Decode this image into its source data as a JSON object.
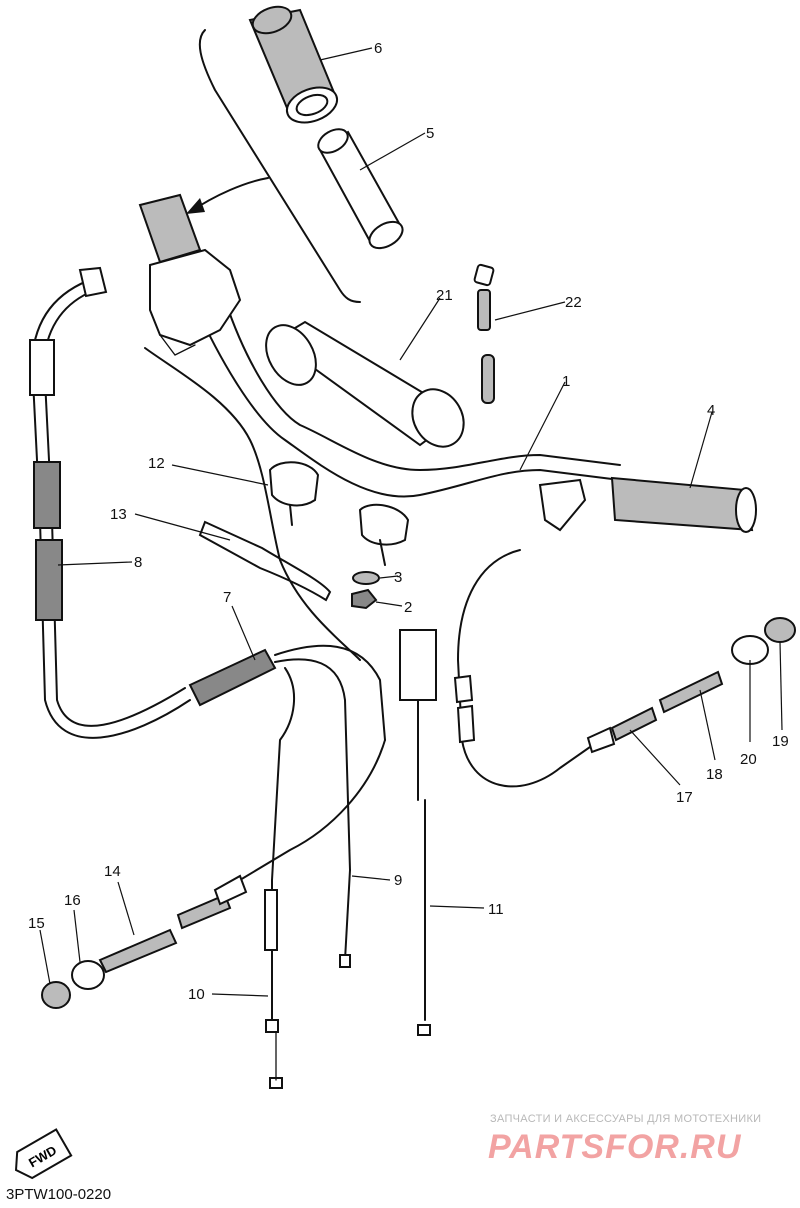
{
  "diagram": {
    "callouts": [
      "1",
      "2",
      "3",
      "4",
      "5",
      "6",
      "7",
      "8",
      "9",
      "10",
      "11",
      "12",
      "13",
      "14",
      "15",
      "16",
      "17",
      "18",
      "19",
      "20",
      "21",
      "22"
    ],
    "fwd_label": "FWD",
    "drawing_code": "3PTW100-0220"
  },
  "watermark": {
    "line1": "ЗАПЧАСТИ И АКСЕССУАРЫ ДЛЯ МОТОТЕХНИКИ",
    "logo": "PARTSFOR.RU"
  }
}
